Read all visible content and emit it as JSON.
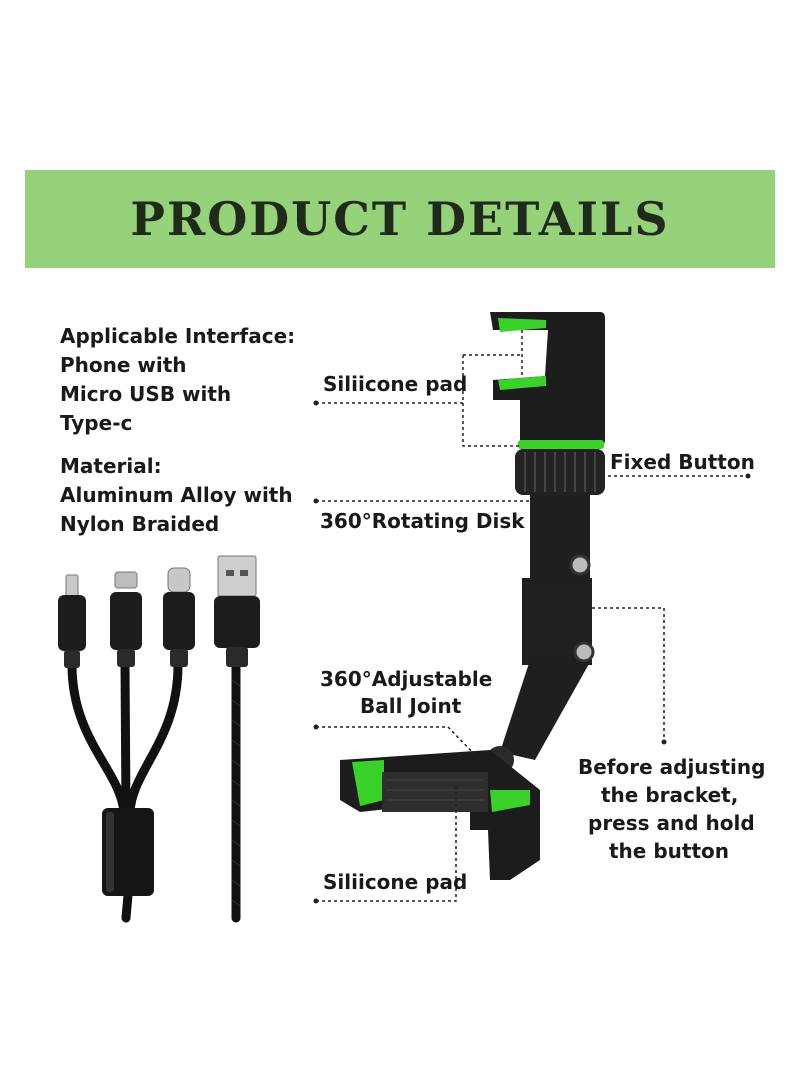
{
  "banner": {
    "title": "PRODUCT DETAILS"
  },
  "specs": {
    "interface_lines": [
      "Applicable Interface:",
      "Phone with",
      "Micro USB with",
      "Type-c"
    ],
    "material_lines": [
      "Material:",
      "Aluminum Alloy with",
      "Nylon Braided"
    ]
  },
  "callouts": {
    "silicone_pad_top": "Siliicone pad",
    "fixed_button": "Fixed Button",
    "rotating_disk": "360°Rotating Disk",
    "ball_joint_line1": "360°Adjustable",
    "ball_joint_line2": "Ball Joint",
    "adjust_line1": "Before adjusting",
    "adjust_line2": "the bracket,",
    "adjust_line3": "press and hold",
    "adjust_line4": "the button",
    "silicone_pad_bottom": "Siliicone pad"
  },
  "colors": {
    "banner": "#96d27a",
    "accent_green": "#39d12a",
    "product_black": "#1b1b1b"
  }
}
